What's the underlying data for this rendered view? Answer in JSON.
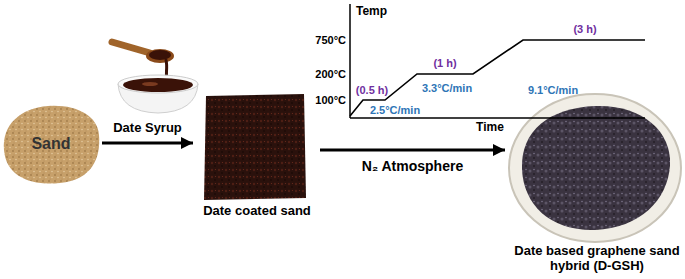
{
  "diagram": {
    "nodes": [
      {
        "text": [
          "Sand"
        ]
      },
      {
        "text": [
          "Date coated sand"
        ]
      },
      {
        "text": [
          "Date based graphene sand hybrid (D-GSH)"
        ]
      }
    ],
    "edges": [
      {
        "from": 0,
        "to": 1,
        "arrow": "to",
        "label": "Date Syrup"
      },
      {
        "from": 1,
        "to": 2,
        "arrow": "to",
        "label": "N₂ Atmosphere"
      }
    ],
    "labels": [
      "Temp",
      "750°C",
      "200°C",
      "100°C",
      "(0.5 h)",
      "2.5°C/min",
      "3.3°C/min",
      "(1 h)",
      "9.1°C/min",
      "(3 h)",
      "Time"
    ]
  }
}
